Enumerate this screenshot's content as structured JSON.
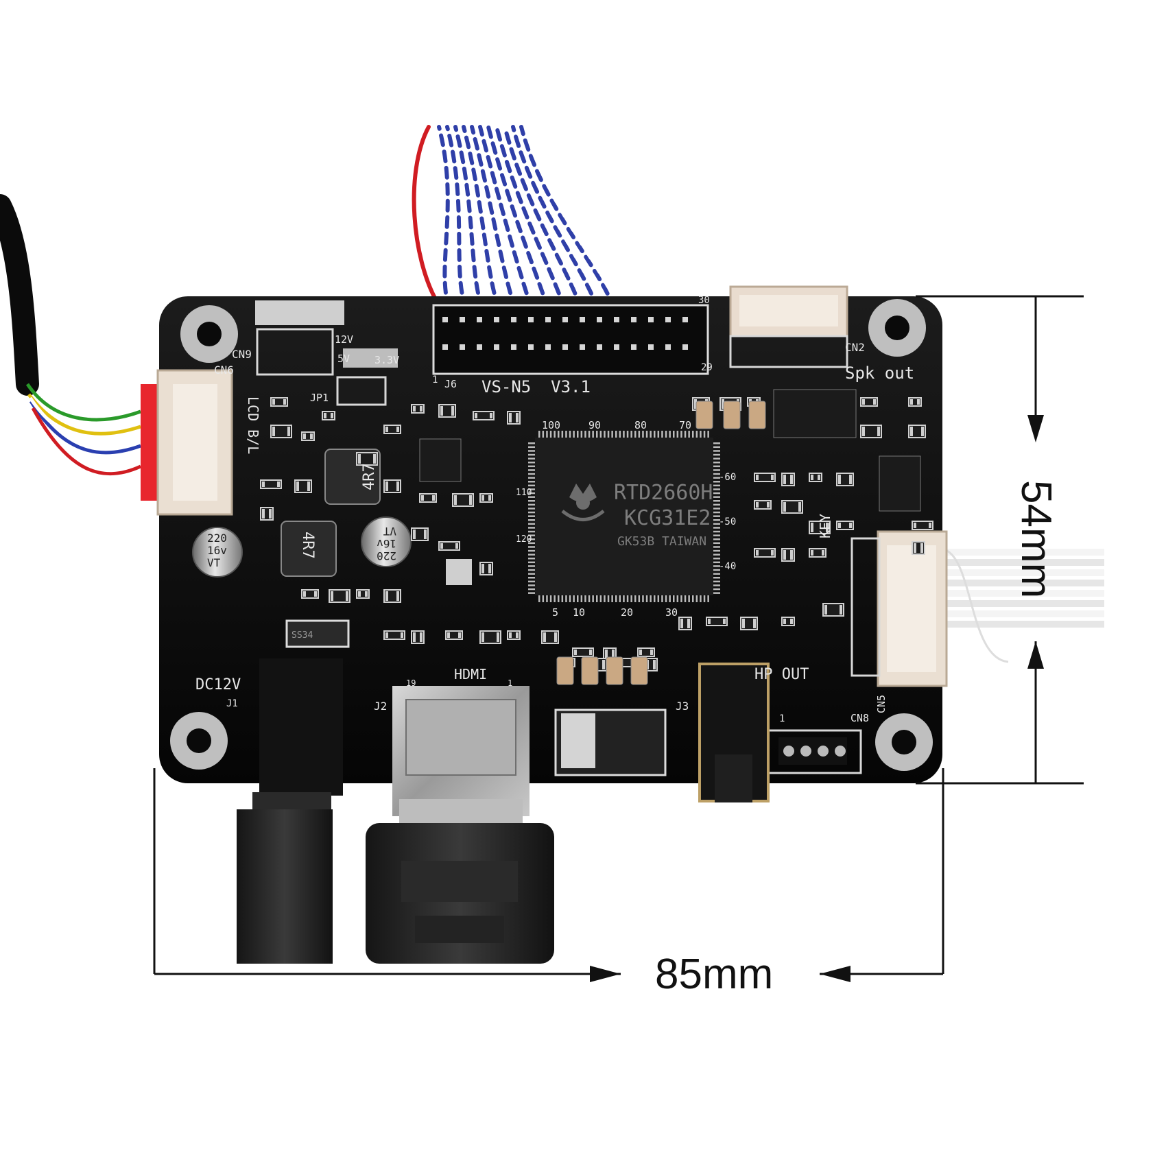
{
  "board": {
    "model": "VS-N5  V3.1",
    "chip": {
      "line1": "RTD2660H",
      "line2": "KCG31E2",
      "line3": "GK53B TAIWAN",
      "logo": "realtek-crab-logo"
    },
    "pin_numbers": {
      "top": [
        "100",
        "90",
        "80",
        "70"
      ],
      "bottom": [
        "5",
        "10",
        "20",
        "30"
      ],
      "left": [
        "110",
        "120"
      ],
      "right": [
        "-60",
        "-50",
        "-40"
      ]
    },
    "labels": {
      "cn9": "CN9",
      "cn6": "CN6",
      "lcd_bl": "LCD B/L",
      "jp1": "JP1",
      "v12": "12V",
      "v5": "5V",
      "v33": "3.3V",
      "j6": "J6",
      "pin1": "1",
      "pin29": "29",
      "pin30": "30",
      "cn2": "CN2",
      "spk_out": "Spk out",
      "key": "KEY",
      "cn5": "CN5",
      "cn8": "CN8",
      "cn8_pin1": "1",
      "hp_out": "HP OUT",
      "j3": "J3",
      "hdmi": "HDMI",
      "hdmi_pin19": "19",
      "hdmi_pin1": "1",
      "j2": "J2",
      "dc12v": "DC12V",
      "j1": "J1",
      "diode": "SS34"
    },
    "components": {
      "inductor": "4R7",
      "cap1": [
        "220",
        "16v",
        "VT"
      ],
      "cap2": [
        "220",
        "16v",
        "VT"
      ]
    }
  },
  "dimensions": {
    "width": "85mm",
    "height": "54mm"
  },
  "colors": {
    "pcb": "#0e0e0e",
    "silkscreen": "#e8e8e8",
    "connector": "#e9dccf",
    "wire_blue": "#2f3fa8",
    "wire_red": "#d01c22",
    "dimension_line": "#111111"
  }
}
